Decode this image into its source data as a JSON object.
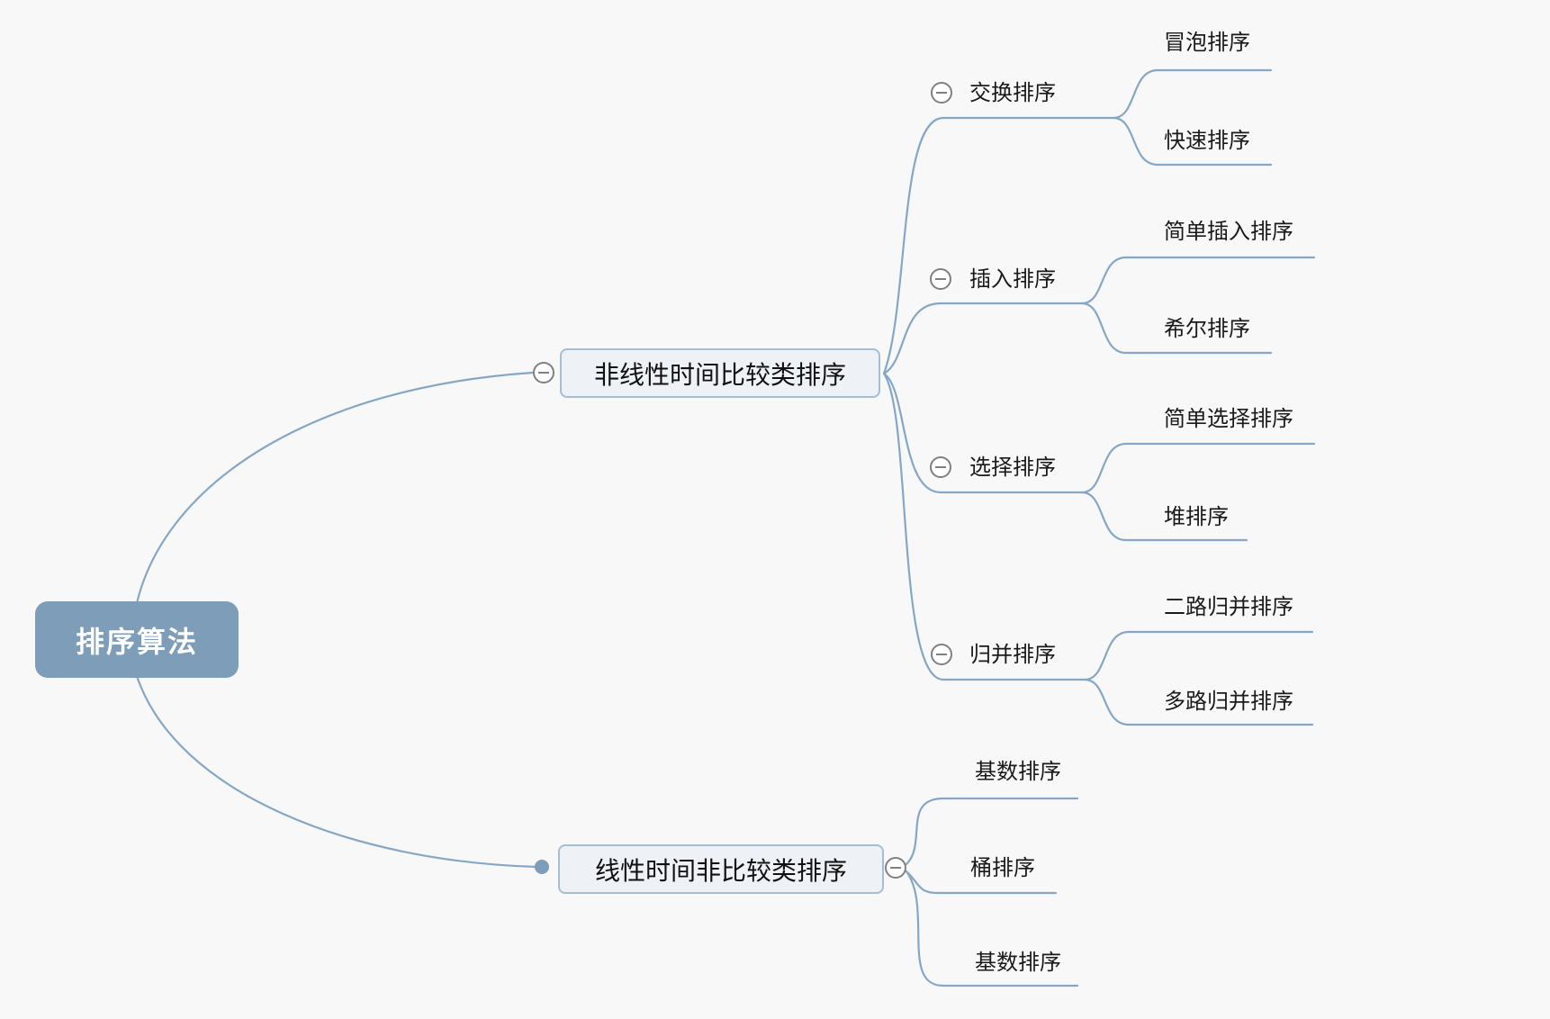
{
  "root": {
    "label": "排序算法"
  },
  "branches": [
    {
      "label": "非线性时间比较类排序",
      "collapse_icon": "minus-circle",
      "children": [
        {
          "label": "交换排序",
          "collapse_icon": "minus-circle",
          "children": [
            {
              "label": "冒泡排序"
            },
            {
              "label": "快速排序"
            }
          ]
        },
        {
          "label": "插入排序",
          "collapse_icon": "minus-circle",
          "children": [
            {
              "label": "简单插入排序"
            },
            {
              "label": "希尔排序"
            }
          ]
        },
        {
          "label": "选择排序",
          "collapse_icon": "minus-circle",
          "children": [
            {
              "label": "简单选择排序"
            },
            {
              "label": "堆排序"
            }
          ]
        },
        {
          "label": "归并排序",
          "collapse_icon": "minus-circle",
          "children": [
            {
              "label": "二路归并排序"
            },
            {
              "label": "多路归并排序"
            }
          ]
        }
      ]
    },
    {
      "label": "线性时间非比较类排序",
      "collapse_icon": "minus-circle",
      "connector_dot": "filled-dot",
      "children": [
        {
          "label": "基数排序"
        },
        {
          "label": "桶排序"
        },
        {
          "label": "基数排序"
        }
      ]
    }
  ],
  "colors": {
    "background": "#f8f8f8",
    "root_fill": "#7d9db8",
    "root_text": "#ffffff",
    "node_fill": "#eef1f6",
    "node_border": "#a6bdd3",
    "connector_line": "#85a7c5",
    "collapse_icon_border": "#808080",
    "label_text": "#1a1a1a"
  }
}
